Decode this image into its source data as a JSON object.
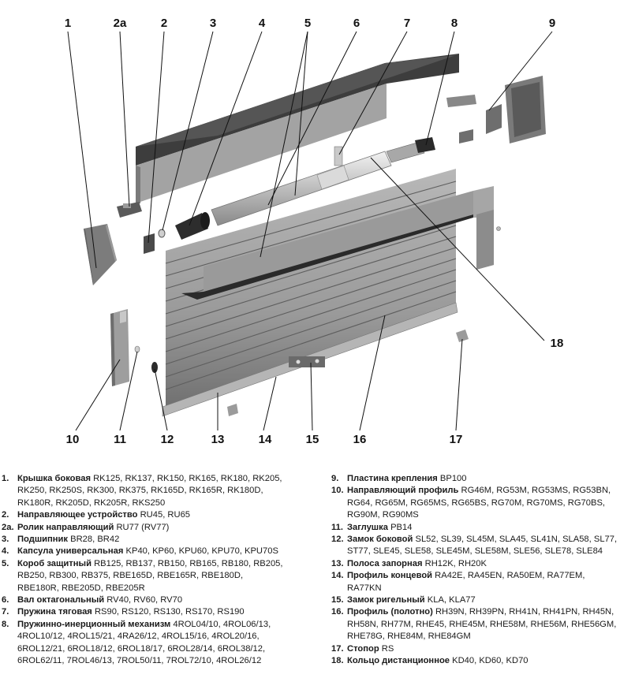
{
  "callout_labels": [
    "1",
    "2a",
    "2",
    "3",
    "4",
    "5",
    "6",
    "7",
    "8",
    "9",
    "10",
    "11",
    "12",
    "13",
    "14",
    "15",
    "16",
    "17",
    "18"
  ],
  "colors": {
    "part_fill": "#9b9b9b",
    "part_dark": "#4a4a4a",
    "part_light": "#c8c8c8",
    "text": "#1a1a1a"
  },
  "legend_left": [
    {
      "num": "1.",
      "name": "Крышка боковая",
      "codes": "RK125, RK137, RK150, RK165, RK180, RK205, RK250, RK250S, RK300, RK375, RK165D, RK165R, RK180D, RK180R, RK205D, RK205R, RKS250"
    },
    {
      "num": "2.",
      "name": "Направляющее устройство",
      "codes": "RU45, RU65"
    },
    {
      "num": "2a.",
      "name": "Ролик направляющий",
      "codes": "RU77 (RV77)"
    },
    {
      "num": "3.",
      "name": "Подшипник",
      "codes": "BR28, BR42"
    },
    {
      "num": "4.",
      "name": "Капсула универсальная",
      "codes": "KP40, KP60, KPU60, KPU70, KPU70S"
    },
    {
      "num": "5.",
      "name": "Короб защитный",
      "codes": "RB125, RB137, RB150, RB165, RB180, RB205, RB250, RB300, RB375, RBE165D, RBE165R, RBE180D, RBE180R, RBE205D, RBE205R"
    },
    {
      "num": "6.",
      "name": "Вал октагональный",
      "codes": "RV40, RV60, RV70"
    },
    {
      "num": "7.",
      "name": "Пружина тяговая",
      "codes": "RS90, RS120, RS130, RS170, RS190"
    },
    {
      "num": "8.",
      "name": "Пружинно-инерционный механизм",
      "codes": "4ROL04/10, 4ROL06/13, 4ROL10/12, 4ROL15/21, 4RA26/12, 4ROL15/16, 4ROL20/16, 6ROL12/21, 6ROL18/12, 6ROL18/17, 6ROL28/14, 6ROL38/12, 6ROL62/11, 7ROL46/13, 7ROL50/11, 7ROL72/10, 4ROL26/12"
    }
  ],
  "legend_right": [
    {
      "num": "9.",
      "name": "Пластина крепления",
      "codes": "BP100"
    },
    {
      "num": "10.",
      "name": "Направляющий профиль",
      "codes": "RG46M, RG53M, RG53MS, RG53BN, RG64, RG65M, RG65MS, RG65BS, RG70M, RG70MS, RG70BS, RG90M, RG90MS"
    },
    {
      "num": "11.",
      "name": "Заглушка",
      "codes": "PB14"
    },
    {
      "num": "12.",
      "name": "Замок боковой",
      "codes": "SL52, SL39, SL45M, SLA45, SL41N, SLA58, SL77, ST77, SLE45, SLE58, SLE45M, SLE58M, SLE56, SLE78, SLE84"
    },
    {
      "num": "13.",
      "name": "Полоса запорная",
      "codes": "RH12K, RH20K"
    },
    {
      "num": "14.",
      "name": "Профиль концевой",
      "codes": "RA42E, RA45EN, RA50EM, RA77EM, RA77KN"
    },
    {
      "num": "15.",
      "name": "Замок ригельный",
      "codes": "KLA, KLA77"
    },
    {
      "num": "16.",
      "name": "Профиль (полотно)",
      "codes": "RH39N, RH39PN, RH41N, RH41PN, RH45N, RH58N, RH77M, RHE45, RHE45M, RHE58M, RHE56M, RHE56GM, RHE78G, RHE84M, RHE84GM"
    },
    {
      "num": "17.",
      "name": "Стопор",
      "codes": "RS"
    },
    {
      "num": "18.",
      "name": "Кольцо дистанционное",
      "codes": "KD40, KD60, KD70"
    }
  ]
}
